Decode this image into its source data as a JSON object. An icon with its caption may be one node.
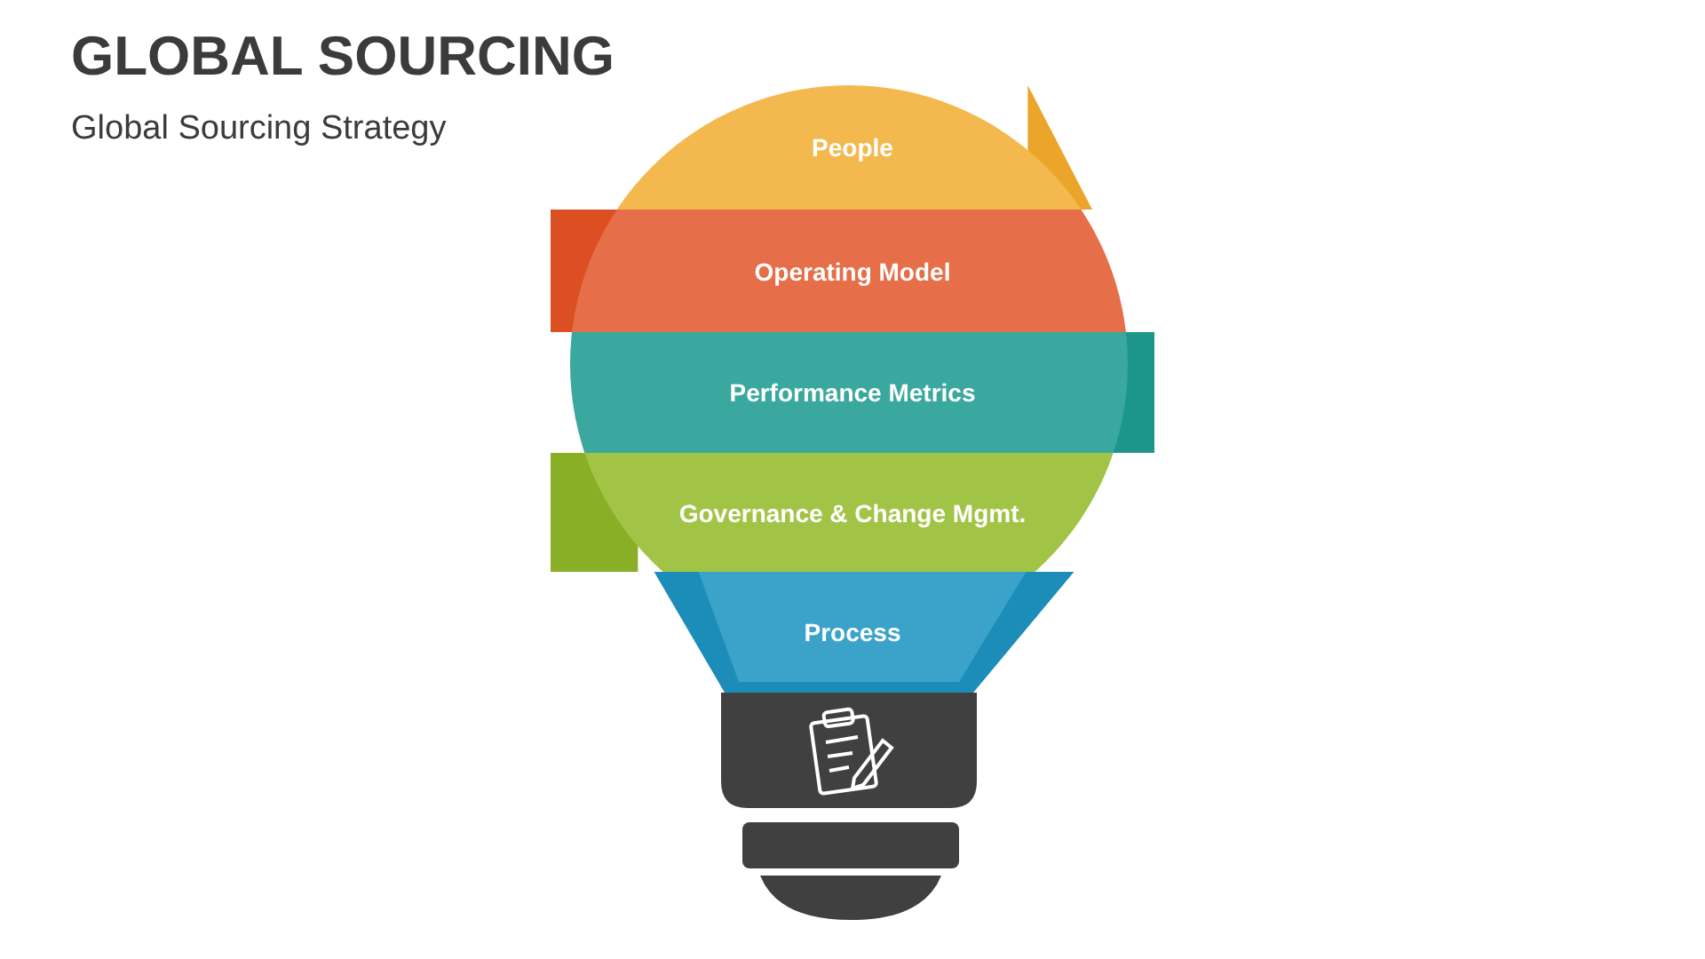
{
  "diagram": {
    "title": "GLOBAL SOURCING",
    "nodes": [
      {
        "text": [
          "People"
        ]
      },
      {
        "text": [
          "Operating Model"
        ]
      },
      {
        "text": [
          "Performance Metrics"
        ]
      },
      {
        "text": [
          "Governance & Change Mgmt."
        ]
      },
      {
        "text": [
          "Process"
        ]
      }
    ],
    "labels": [
      "Global Sourcing Strategy"
    ]
  }
}
